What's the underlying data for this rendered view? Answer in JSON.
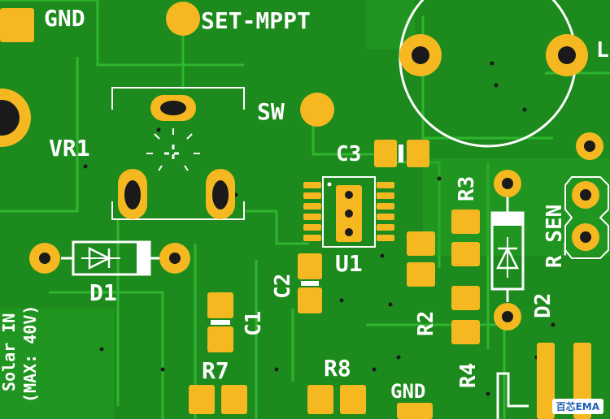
{
  "board": {
    "colors": {
      "copper": "#28a428",
      "substrate": "#1c8a1c",
      "pad": "#f5b820",
      "hole": "#1a1a1a",
      "silk": "#ffffff",
      "trace": "#2fb52f"
    },
    "labels": {
      "gnd_top": "GND",
      "set_mppt": "SET-MPPT",
      "sw": "SW",
      "vr1": "VR1",
      "c3": "C3",
      "r3": "R3",
      "r_sen": "R_SEN",
      "d1": "D1",
      "u1": "U1",
      "c2": "C2",
      "c1": "C1",
      "r2": "R2",
      "d2": "D2",
      "r4": "R4",
      "r7": "R7",
      "r8": "R8",
      "gnd_bottom": "GND",
      "solar_in": "Solar IN",
      "max_voltage": "(MAX: 40V)",
      "l_partial": "L"
    },
    "watermark": "百芯EMA"
  }
}
